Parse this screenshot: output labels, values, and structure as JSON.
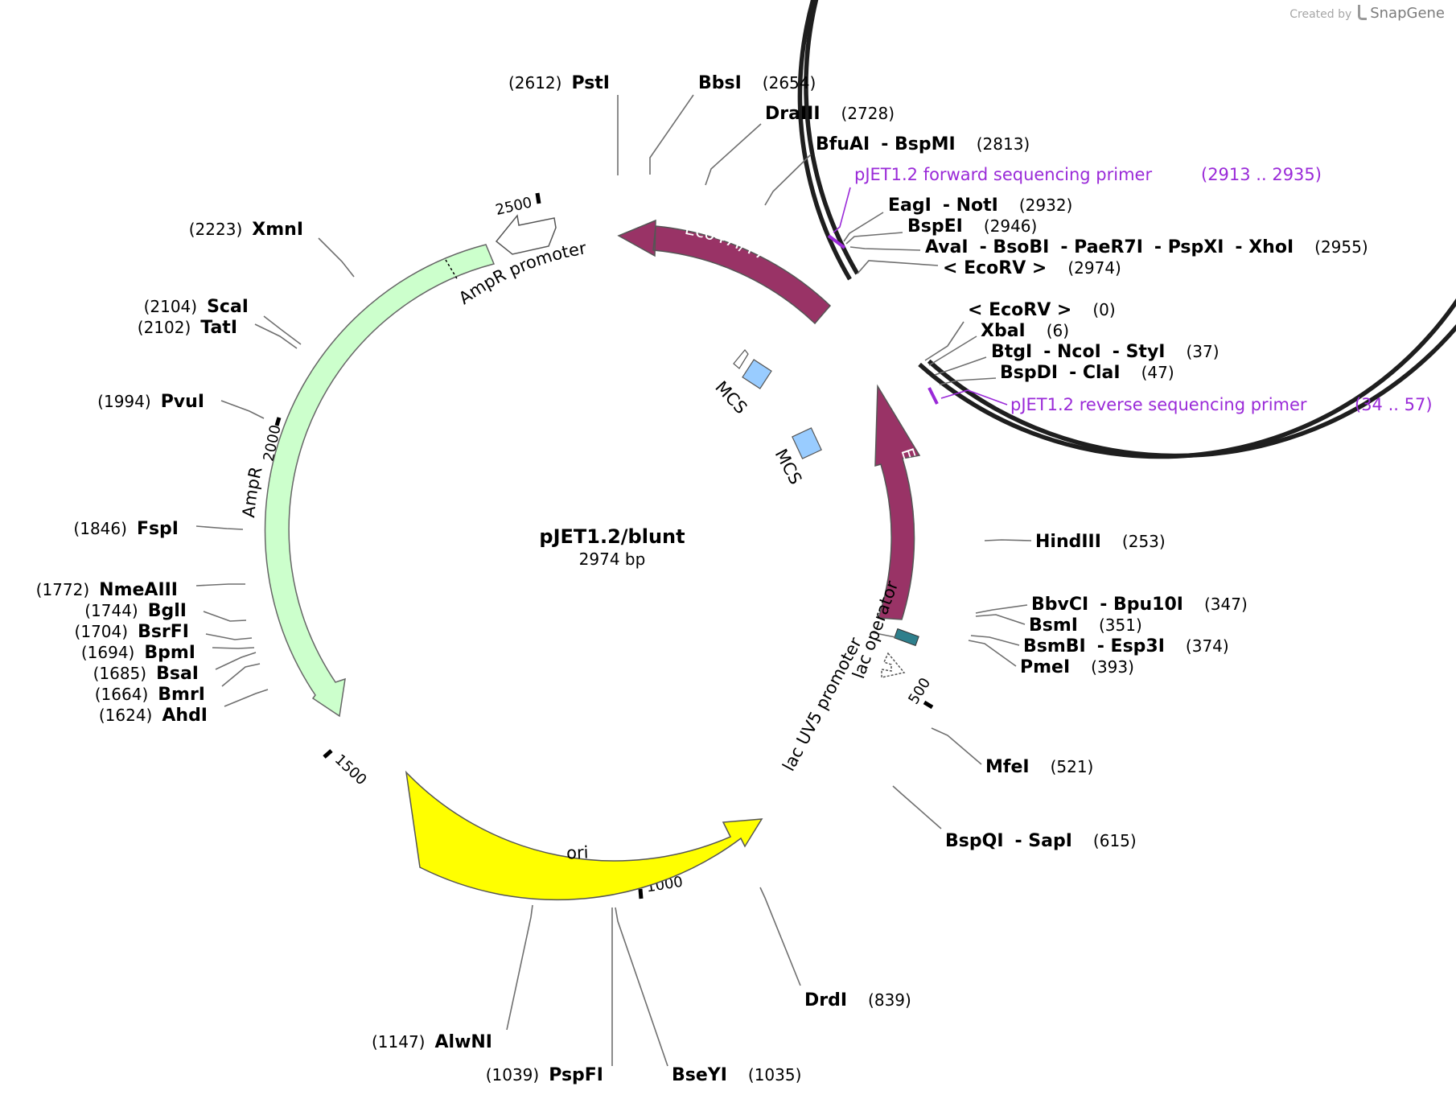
{
  "credit": {
    "created_by": "Created by",
    "brand": "SnapGene"
  },
  "plasmid": {
    "name": "pJET1.2/blunt",
    "size_label": "2974 bp",
    "length_bp": 2974
  },
  "ticks": [
    {
      "bp": 500,
      "label": "500"
    },
    {
      "bp": 1000,
      "label": "1000"
    },
    {
      "bp": 1500,
      "label": "1500"
    },
    {
      "bp": 2000,
      "label": "2000"
    },
    {
      "bp": 2500,
      "label": "2500"
    }
  ],
  "features": [
    {
      "name": "AmpR",
      "color": "#ccffcc",
      "stroke": "#666666",
      "text_color": "#000000"
    },
    {
      "name": "AmpR promoter",
      "color": "#ffffff",
      "stroke": "#555555",
      "text_color": "#000000"
    },
    {
      "name": "Eco47I/T7",
      "color": "#993366",
      "stroke": "#555555",
      "text_color": "#ffffff"
    },
    {
      "name": "Eco47I/T7",
      "color": "#993366",
      "stroke": "#555555",
      "text_color": "#ffffff"
    },
    {
      "name": "ori",
      "color": "#ffff00",
      "stroke": "#555555",
      "text_color": "#000000"
    },
    {
      "name": "lac operator",
      "color": "#2e7f8c",
      "stroke": "#555555",
      "text_color": "#000000"
    },
    {
      "name": "lac UV5 promoter",
      "color": "#ffffff",
      "stroke": "#555555",
      "text_color": "#000000"
    },
    {
      "name": "MCS",
      "color": "#99ccff",
      "stroke": "#555555",
      "text_color": "#000000"
    },
    {
      "name": "MCS",
      "color": "#99ccff",
      "stroke": "#555555",
      "text_color": "#000000"
    }
  ],
  "primers": [
    {
      "name": "pJET1.2 forward sequencing primer",
      "range": "(2913 .. 2935)",
      "color": "#9a2ad8"
    },
    {
      "name": "pJET1.2 reverse sequencing primer",
      "range": "(34 .. 57)",
      "color": "#9a2ad8"
    }
  ],
  "sites": [
    {
      "names": [
        "PstI"
      ],
      "pos": "(2612)"
    },
    {
      "names": [
        "BbsI"
      ],
      "pos": "(2654)"
    },
    {
      "names": [
        "DraIII"
      ],
      "pos": "(2728)"
    },
    {
      "names": [
        "BfuAI",
        "BspMI"
      ],
      "pos": "(2813)"
    },
    {
      "names": [
        "EagI",
        "NotI"
      ],
      "pos": "(2932)"
    },
    {
      "names": [
        "BspEI"
      ],
      "pos": "(2946)"
    },
    {
      "names": [
        "AvaI",
        "BsoBI",
        "PaeR7I",
        "PspXI",
        "XhoI"
      ],
      "pos": "(2955)"
    },
    {
      "names": [
        "< EcoRV >"
      ],
      "pos": "(2974)"
    },
    {
      "names": [
        "< EcoRV >"
      ],
      "pos": "(0)"
    },
    {
      "names": [
        "XbaI"
      ],
      "pos": "(6)"
    },
    {
      "names": [
        "BtgI",
        "NcoI",
        "StyI"
      ],
      "pos": "(37)"
    },
    {
      "names": [
        "BspDI",
        "ClaI"
      ],
      "pos": "(47)"
    },
    {
      "names": [
        "HindIII"
      ],
      "pos": "(253)"
    },
    {
      "names": [
        "BbvCI",
        "Bpu10I"
      ],
      "pos": "(347)"
    },
    {
      "names": [
        "BsmI"
      ],
      "pos": "(351)"
    },
    {
      "names": [
        "BsmBI",
        "Esp3I"
      ],
      "pos": "(374)"
    },
    {
      "names": [
        "PmeI"
      ],
      "pos": "(393)"
    },
    {
      "names": [
        "MfeI"
      ],
      "pos": "(521)"
    },
    {
      "names": [
        "BspQI",
        "SapI"
      ],
      "pos": "(615)"
    },
    {
      "names": [
        "DrdI"
      ],
      "pos": "(839)"
    },
    {
      "names": [
        "BseYI"
      ],
      "pos": "(1035)"
    },
    {
      "names": [
        "PspFI"
      ],
      "pos": "(1039)"
    },
    {
      "names": [
        "AlwNI"
      ],
      "pos": "(1147)"
    },
    {
      "names": [
        "AhdI"
      ],
      "pos": "(1624)"
    },
    {
      "names": [
        "BmrI"
      ],
      "pos": "(1664)"
    },
    {
      "names": [
        "BsaI"
      ],
      "pos": "(1685)"
    },
    {
      "names": [
        "BpmI"
      ],
      "pos": "(1694)"
    },
    {
      "names": [
        "BsrFI"
      ],
      "pos": "(1704)"
    },
    {
      "names": [
        "BglI"
      ],
      "pos": "(1744)"
    },
    {
      "names": [
        "NmeAIII"
      ],
      "pos": "(1772)"
    },
    {
      "names": [
        "FspI"
      ],
      "pos": "(1846)"
    },
    {
      "names": [
        "PvuI"
      ],
      "pos": "(1994)"
    },
    {
      "names": [
        "TatI"
      ],
      "pos": "(2102)"
    },
    {
      "names": [
        "ScaI"
      ],
      "pos": "(2104)"
    },
    {
      "names": [
        "XmnI"
      ],
      "pos": "(2223)"
    }
  ]
}
